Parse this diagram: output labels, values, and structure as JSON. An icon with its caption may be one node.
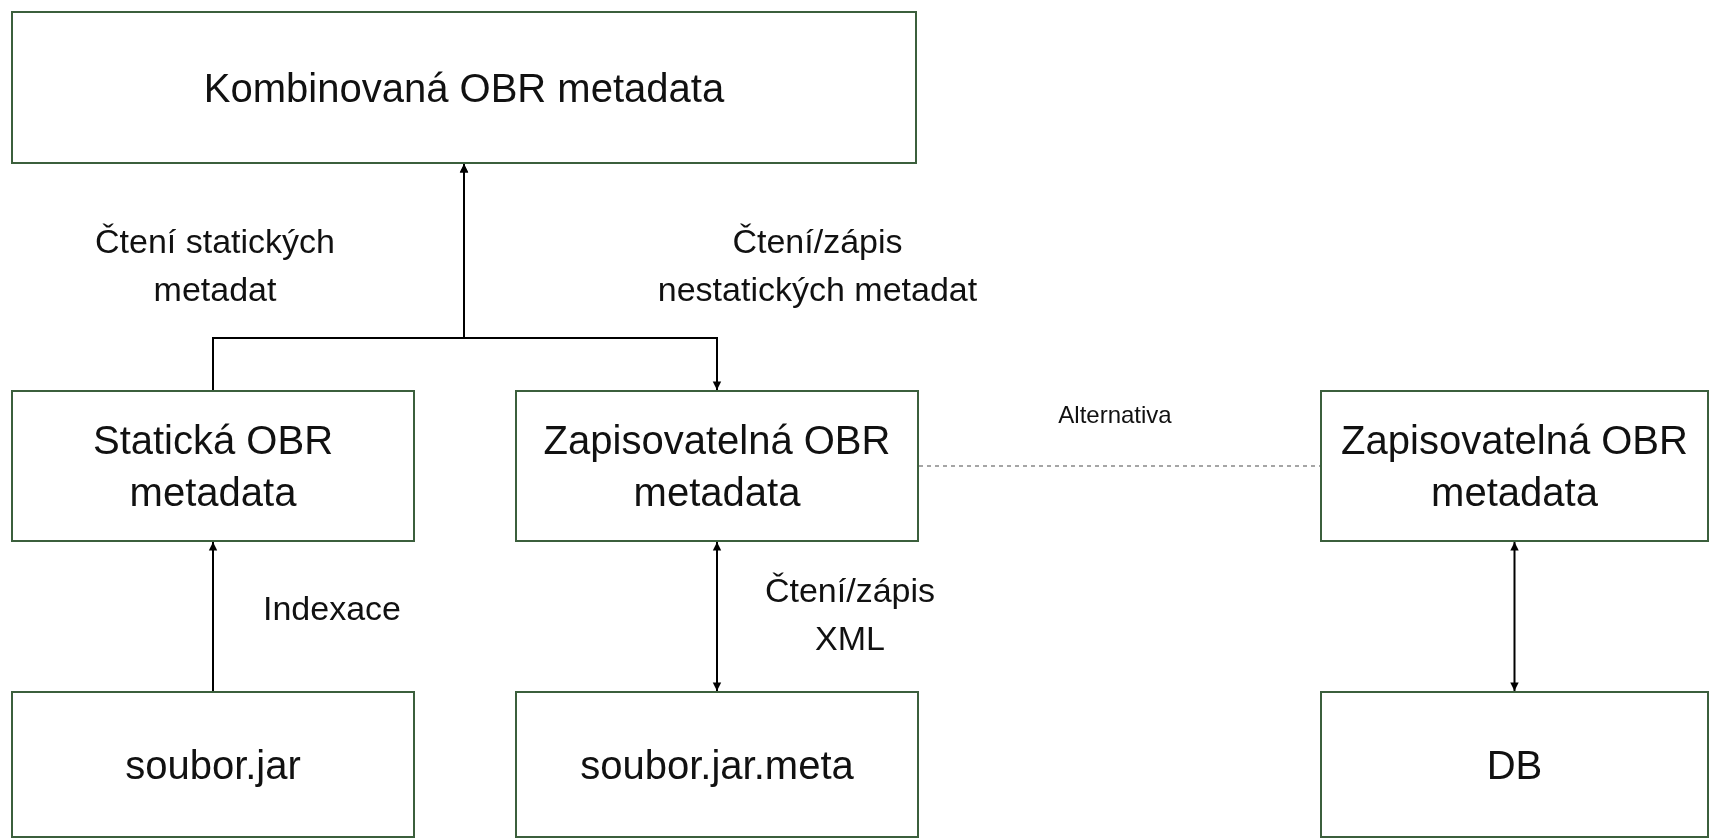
{
  "diagram": {
    "nodes": [
      {
        "text": [
          "Kombinovaná OBR metadata"
        ]
      },
      {
        "text": [
          "Statická OBR metadata"
        ]
      },
      {
        "text": [
          "Zapisovatelná OBR metadata"
        ]
      },
      {
        "text": [
          "Zapisovatelná OBR metadata"
        ]
      },
      {
        "text": [
          "soubor.jar"
        ]
      },
      {
        "text": [
          "soubor.jar.meta"
        ]
      },
      {
        "text": [
          "DB"
        ]
      }
    ],
    "edges": [
      {
        "from": 1,
        "to": 0,
        "arrow": "to",
        "label": "Čtení statických metadat"
      },
      {
        "from": 0,
        "to": 2,
        "arrow": "both",
        "label": "Čtení/zápis nestatických metadat"
      },
      {
        "from": 2,
        "to": 3,
        "arrow": "none",
        "label": "Alternativa",
        "style": "dashed",
        "color": "#888888"
      },
      {
        "from": 4,
        "to": 1,
        "arrow": "to",
        "label": "Indexace"
      },
      {
        "from": 5,
        "to": 2,
        "arrow": "both",
        "label": "Čtení/zápis XML"
      },
      {
        "from": 6,
        "to": 3,
        "arrow": "both"
      }
    ]
  }
}
